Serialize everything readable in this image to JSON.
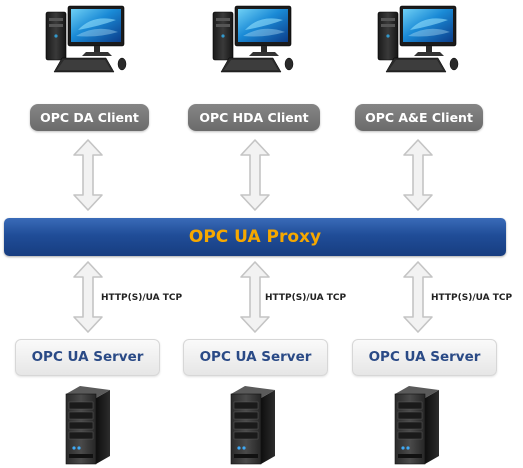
{
  "clients": [
    {
      "label": "OPC DA Client",
      "icon": "desktop-computer-icon"
    },
    {
      "label": "OPC HDA Client",
      "icon": "desktop-computer-icon"
    },
    {
      "label": "OPC A&E Client",
      "icon": "desktop-computer-icon"
    }
  ],
  "proxy": {
    "label": "OPC UA Proxy"
  },
  "connections": [
    {
      "protocol": "HTTP(S)/UA TCP"
    },
    {
      "protocol": "HTTP(S)/UA TCP"
    },
    {
      "protocol": "HTTP(S)/UA TCP"
    }
  ],
  "servers": [
    {
      "label": "OPC UA Server",
      "icon": "server-tower-icon"
    },
    {
      "label": "OPC UA Server",
      "icon": "server-tower-icon"
    },
    {
      "label": "OPC UA Server",
      "icon": "server-tower-icon"
    }
  ],
  "colors": {
    "proxy_bar": "#204d98",
    "proxy_text": "#f6a800",
    "client_label_bg": "#7a7a7a",
    "server_label_text": "#2a4a86",
    "arrow_fill": "#f2f2f2",
    "arrow_stroke": "#c4c4c4"
  }
}
